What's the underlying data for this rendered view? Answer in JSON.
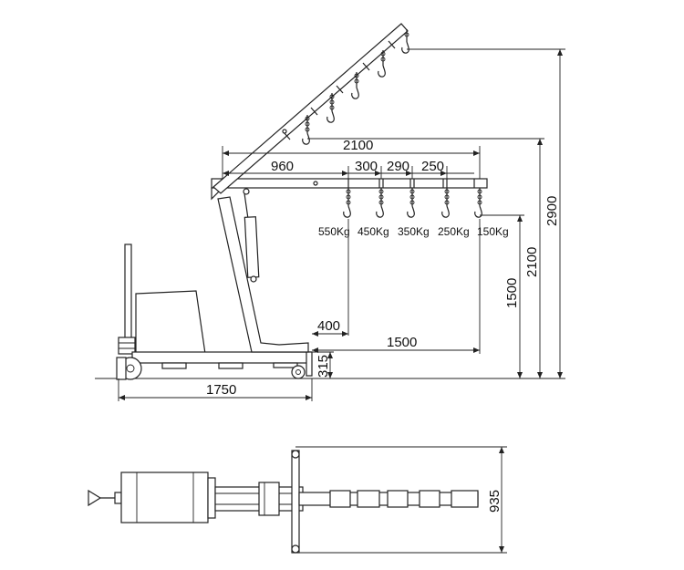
{
  "side_view": {
    "dims": {
      "boom_total": "2100",
      "boom_first": "960",
      "seg_a": "300",
      "seg_b": "290",
      "seg_c": "250",
      "reach_front": "400",
      "reach_long": "1500",
      "wheelbase": "1750",
      "leg_height": "315",
      "hook_height_low": "1500",
      "hook_height_mid": "2100",
      "hook_height_max": "2900"
    },
    "capacities": [
      "550Kg",
      "450Kg",
      "350Kg",
      "250Kg",
      "150Kg"
    ]
  },
  "top_view": {
    "dims": {
      "width": "935"
    }
  }
}
